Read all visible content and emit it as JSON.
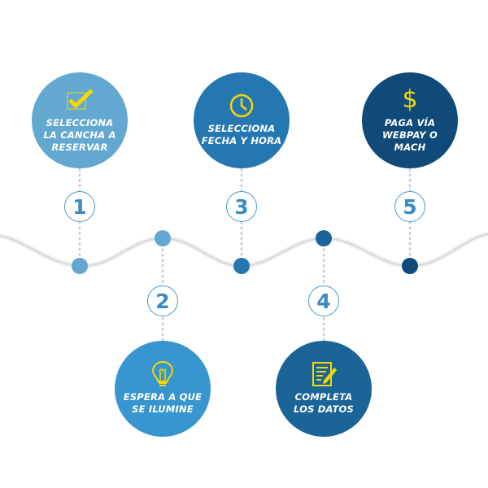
{
  "steps": [
    {
      "number": "1",
      "label": "SELECCIONA\nLA CANCHA A\nRESERVAR",
      "icon": "checkbox-icon",
      "color": "#63a8d0"
    },
    {
      "number": "2",
      "label": "ESPERA A QUE\nSE ILUMINE",
      "icon": "lightbulb-icon",
      "color": "#3795cf"
    },
    {
      "number": "3",
      "label": "SELECCIONA\nFECHA Y HORA",
      "icon": "clock-icon",
      "color": "#2577b1"
    },
    {
      "number": "4",
      "label": "COMPLETA\nLOS DATOS",
      "icon": "form-pencil-icon",
      "color": "#1a6497"
    },
    {
      "number": "5",
      "label": "PAGA VÍA\nWEBPAY O\nMACH",
      "icon": "dollar-icon",
      "color": "#0f4a78"
    }
  ],
  "colors": {
    "icon": "#f5d800",
    "number": "#3a8ac4",
    "wave": "#dcdcdc",
    "dots": "#c9d3dc"
  }
}
